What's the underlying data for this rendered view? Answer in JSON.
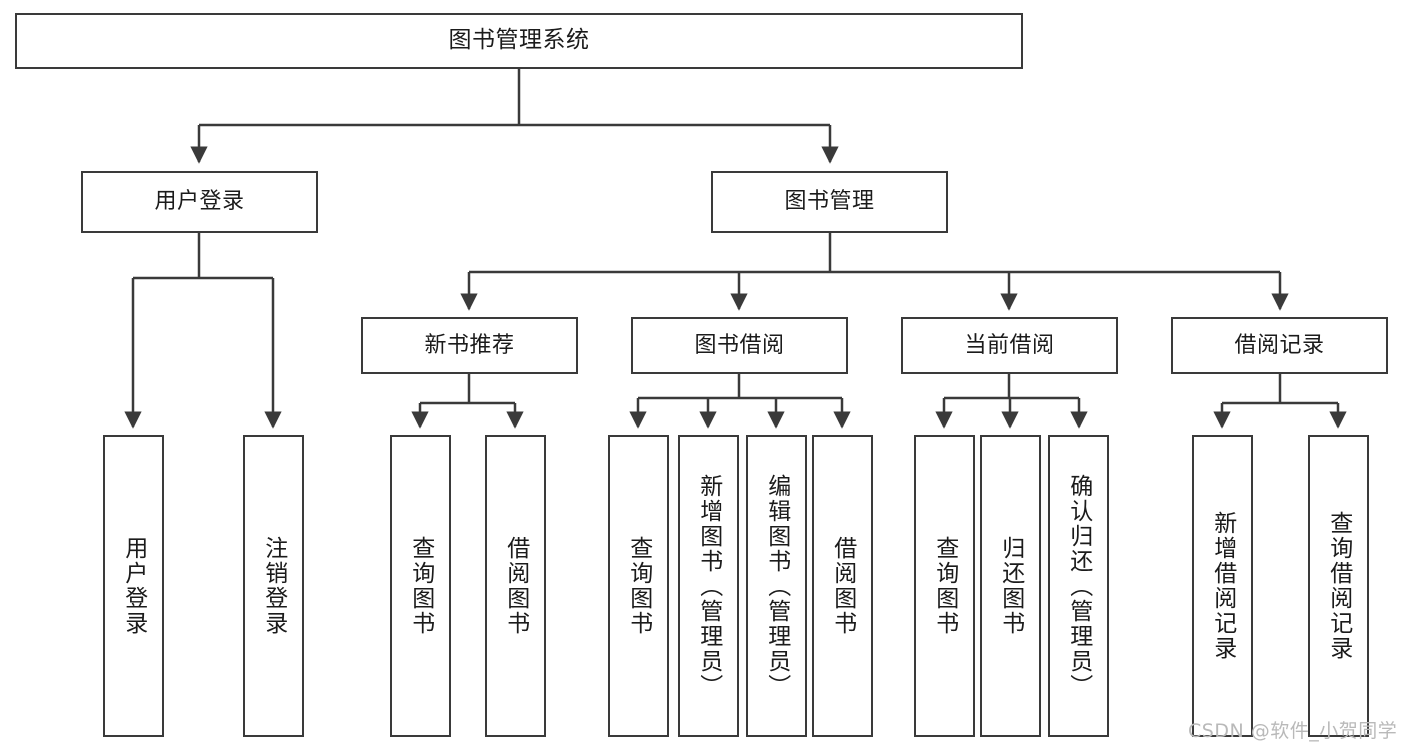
{
  "diagram": {
    "title": "图书管理系统",
    "type": "tree-hierarchy-chart",
    "line_color": "#3a3a3a",
    "box_fill": "#ffffff",
    "text_color": "#1b1b1b",
    "watermark": "CSDN @软件_小贺同学"
  },
  "nodes": {
    "root": {
      "label": "图书管理系统"
    },
    "level2": [
      {
        "label": "用户登录"
      },
      {
        "label": "图书管理"
      }
    ],
    "level3": [
      {
        "label": "新书推荐"
      },
      {
        "label": "图书借阅"
      },
      {
        "label": "当前借阅"
      },
      {
        "label": "借阅记录"
      }
    ],
    "leaves_user_login": [
      {
        "label": "用户登录"
      },
      {
        "label": "注销登录"
      }
    ],
    "leaves_new_book": [
      {
        "label": "查询图书"
      },
      {
        "label": "借阅图书"
      }
    ],
    "leaves_borrow": [
      {
        "label": "查询图书"
      },
      {
        "label": "新增图书（管理员）"
      },
      {
        "label": "编辑图书（管理员）"
      },
      {
        "label": "借阅图书"
      }
    ],
    "leaves_current": [
      {
        "label": "查询图书"
      },
      {
        "label": "归还图书"
      },
      {
        "label": "确认归还（管理员）"
      }
    ],
    "leaves_records": [
      {
        "label": "新增借阅记录"
      },
      {
        "label": "查询借阅记录"
      }
    ]
  }
}
